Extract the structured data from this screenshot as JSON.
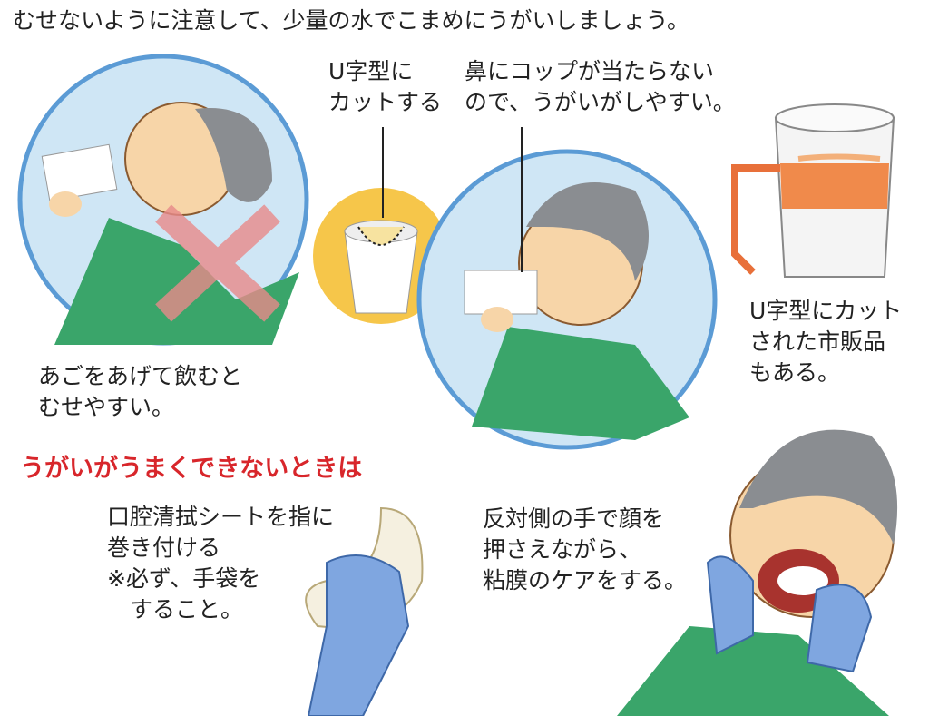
{
  "title": "むせないように注意して、少量の水でこまめにうがいしましょう。",
  "labels": {
    "u_cut": [
      "U字型に",
      "カットする"
    ],
    "nose": [
      "鼻にコップが当たらない",
      "ので、うがいがしやすい。"
    ],
    "commercial": [
      "U字型にカット",
      "された市販品",
      "もある。"
    ],
    "chin_up": [
      "あごをあげて飲むと",
      "むせやすい。"
    ]
  },
  "fallback_heading": "うがいがうまくできないときは",
  "fallback": {
    "sheet": [
      "口腔清拭シートを指に",
      "巻き付ける",
      "※必ず、手袋を",
      "　すること。"
    ],
    "mucosa": [
      "反対側の手で顔を",
      "押さえながら、",
      "粘膜のケアをする。"
    ]
  },
  "colors": {
    "accent_red": "#d8262b",
    "circle_blue": "#5b9bd5",
    "circle_fill": "#cfe6f5",
    "cup_circle": "#f6c64a",
    "glove": "#7fa6e0",
    "shirt": "#3aa56a"
  }
}
